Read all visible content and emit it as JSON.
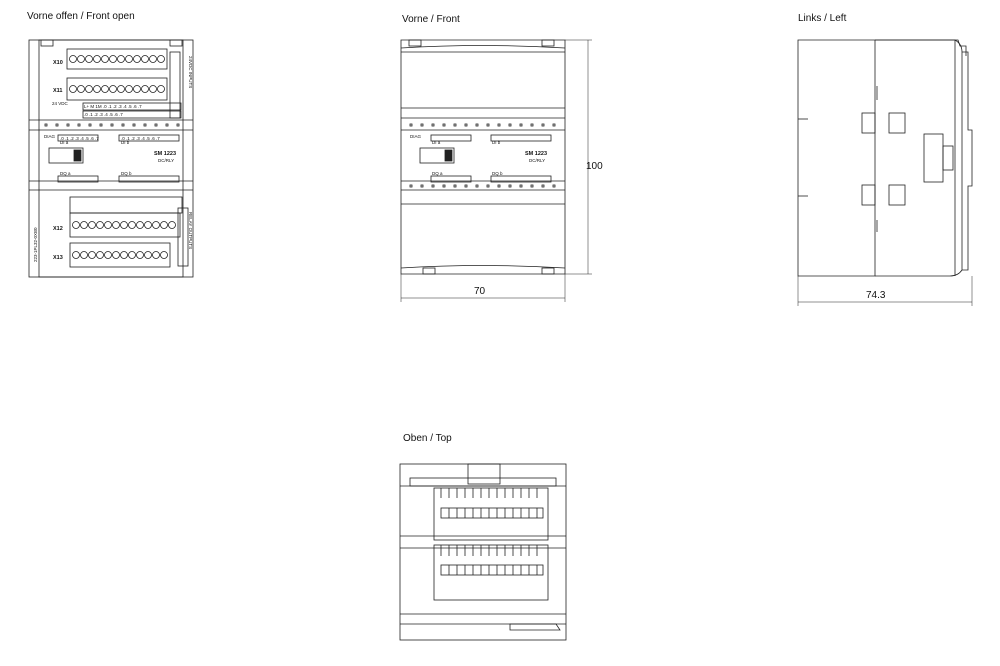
{
  "captions": {
    "front_open": "Vorne offen / Front open",
    "front": "Vorne / Front",
    "left": "Links / Left",
    "top": "Oben / Top"
  },
  "dimensions": {
    "height": "100",
    "width_front": "70",
    "width_side": "74.3"
  },
  "module": {
    "name": "SM 1223",
    "type": "DC/RLY",
    "conn_top1": "X10",
    "conn_top2": "X11",
    "conn_bot1": "X12",
    "conn_bot2": "X13",
    "di_a": "DI a",
    "di_b": "DI b",
    "do_a": "DQ a",
    "do_b": "DQ b",
    "supply": "24 VDC",
    "inputs_label": "24VDC INPUTS",
    "relay_label": "RELAY OUTPUTS",
    "part_no": "223-1PL32-0XB0",
    "terminal_row1": "L+ M 1M .0 .1 .2 .3 .4 .5 .6 .7",
    "terminal_row2": ".0 .1 .2 .3 .4 .5 .6 .7",
    "led_row": ".0 .1 .2 .3 .4 .5 .6 .7",
    "diag": "DIAG"
  }
}
